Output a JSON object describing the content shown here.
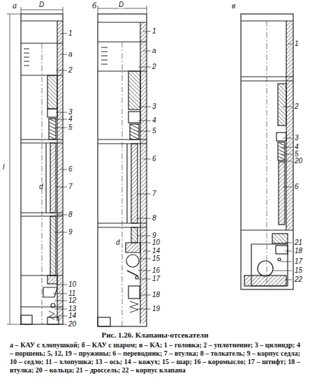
{
  "diagram": {
    "title": "Рис. 1.26. Клапаны-отсекатели",
    "caption": "а – КАУ с хлопушкой; б – КАУ с шаром; в – КА; 1 – головка; 2 – уплотнение; 3 – цилиндр; 4 – поршень; 5, 12, 19 – пружины; 6 – переводник; 7 – втулка; 8 – толкатель; 9 – корпус седла; 10 – седло; 11 – хлопушка; 13 – ось; 14 – кожух; 15 – шар; 16 – коромысло; 17 – штифт; 18 – втулка; 20 – кольца; 21 – дроссель; 22 – корпус клапана",
    "labels": [
      "а",
      "D",
      "б",
      "D",
      "в",
      "l",
      "1",
      "а",
      "2",
      "3",
      "4",
      "5",
      "6",
      "d",
      "7",
      "8",
      "9",
      "10",
      "11",
      "12",
      "13",
      "14",
      "20",
      "1",
      "а",
      "2",
      "3",
      "4",
      "5",
      "6",
      "7",
      "8",
      "9",
      "d",
      "10",
      "14",
      "15",
      "16",
      "17",
      "18",
      "19",
      "1",
      "2",
      "3",
      "4",
      "5",
      "20",
      "6",
      "21",
      "18",
      "17",
      "15",
      "22"
    ]
  }
}
